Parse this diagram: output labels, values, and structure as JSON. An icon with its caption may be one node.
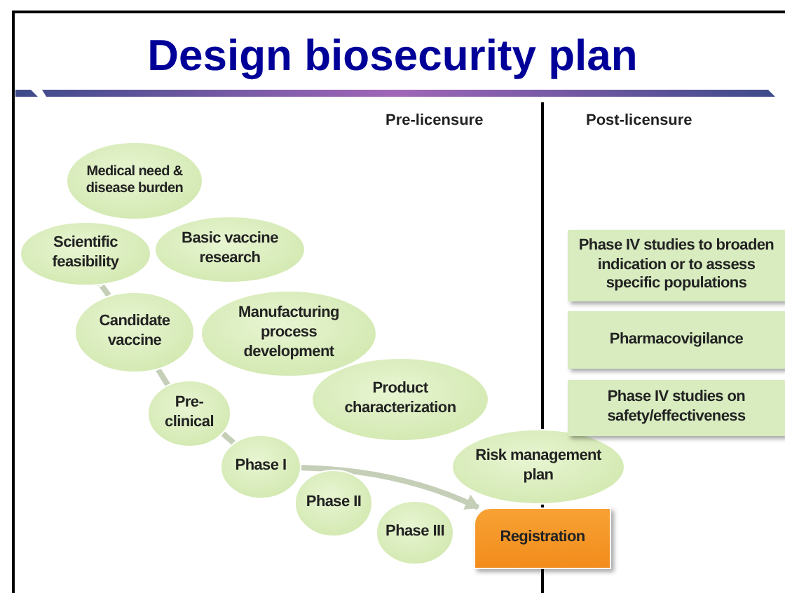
{
  "diagram": {
    "title": "Design biosecurity plan",
    "nodes": [
      {
        "text": [
          "Medical need & disease burden"
        ]
      },
      {
        "text": [
          "Scientific feasibility"
        ]
      },
      {
        "text": [
          "Basic vaccine research"
        ]
      },
      {
        "text": [
          "Candidate vaccine"
        ]
      },
      {
        "text": [
          "Manufacturing process development"
        ]
      },
      {
        "text": [
          "Pre-clinical"
        ]
      },
      {
        "text": [
          "Product characterization"
        ]
      },
      {
        "text": [
          "Phase I"
        ]
      },
      {
        "text": [
          "Phase II"
        ]
      },
      {
        "text": [
          "Risk management plan"
        ]
      },
      {
        "text": [
          "Phase III"
        ]
      },
      {
        "text": [
          "Registration"
        ]
      },
      {
        "text": [
          "Phase IV studies to broaden indication or to assess specific populations"
        ]
      },
      {
        "text": [
          "Pharmacovigilance"
        ]
      },
      {
        "text": [
          "Phase IV studies on safety/effectiveness"
        ]
      }
    ],
    "edges": [
      {
        "from": 1,
        "to": 3,
        "arrow": "none"
      },
      {
        "from": 3,
        "to": 5,
        "arrow": "none"
      },
      {
        "from": 5,
        "to": 7,
        "arrow": "none"
      },
      {
        "from": 7,
        "to": 11,
        "arrow": "to"
      }
    ],
    "labels": [
      "Pre-licensure",
      "Post-licensure"
    ]
  }
}
